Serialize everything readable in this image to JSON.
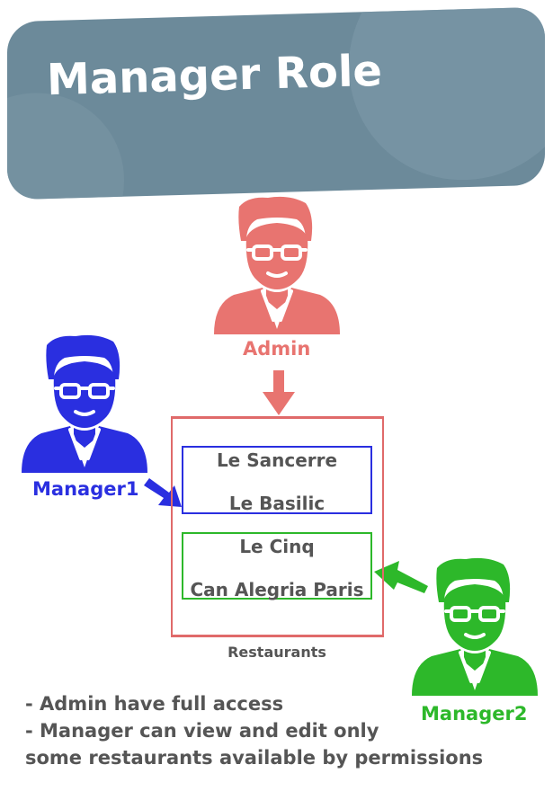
{
  "title": "Manager Role",
  "colors": {
    "banner": "#6c8a9a",
    "admin": "#e87470",
    "manager1": "#2a2fe0",
    "manager2": "#2db82a",
    "text": "#555555"
  },
  "roles": {
    "admin": {
      "label": "Admin",
      "icon": "person-icon"
    },
    "manager1": {
      "label": "Manager1",
      "icon": "person-icon"
    },
    "manager2": {
      "label": "Manager2",
      "icon": "person-icon"
    }
  },
  "restaurants": {
    "caption": "Restaurants",
    "group1": [
      "Le Sancerre",
      "Le Basilic"
    ],
    "group2": [
      "Le Cinq",
      "Can Alegria Paris"
    ]
  },
  "notes": [
    "- Admin have full access",
    "- Manager can view and edit only",
    "some restaurants available by permissions"
  ]
}
